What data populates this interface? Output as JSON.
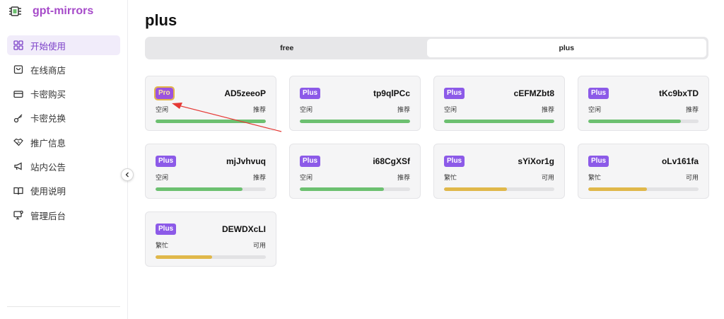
{
  "app": {
    "name": "gpt-mirrors"
  },
  "sidebar": {
    "items": [
      {
        "label": "开始使用",
        "icon": "grid-icon",
        "active": true
      },
      {
        "label": "在线商店",
        "icon": "shopping-bag-icon",
        "active": false
      },
      {
        "label": "卡密购买",
        "icon": "credit-card-icon",
        "active": false
      },
      {
        "label": "卡密兑换",
        "icon": "key-icon",
        "active": false
      },
      {
        "label": "推广信息",
        "icon": "handshake-icon",
        "active": false
      },
      {
        "label": "站内公告",
        "icon": "megaphone-icon",
        "active": false
      },
      {
        "label": "使用说明",
        "icon": "book-icon",
        "active": false
      },
      {
        "label": "管理后台",
        "icon": "admin-monitor-icon",
        "active": false
      }
    ]
  },
  "main": {
    "title": "plus",
    "tabs": [
      {
        "label": "free",
        "selected": false
      },
      {
        "label": "plus",
        "selected": true
      }
    ],
    "cards": [
      {
        "badge": "Pro",
        "id": "AD5zeeoP",
        "status": "空闲",
        "tag": "推荐",
        "usage": 1.0,
        "color": "#6cc070"
      },
      {
        "badge": "Plus",
        "id": "tp9qlPCc",
        "status": "空闲",
        "tag": "推荐",
        "usage": 1.0,
        "color": "#6cc070"
      },
      {
        "badge": "Plus",
        "id": "cEFMZbt8",
        "status": "空闲",
        "tag": "推荐",
        "usage": 1.0,
        "color": "#6cc070"
      },
      {
        "badge": "Plus",
        "id": "tKc9bxTD",
        "status": "空闲",
        "tag": "推荐",
        "usage": 0.84,
        "color": "#6cc070"
      },
      {
        "badge": "Plus",
        "id": "mjJvhvuq",
        "status": "空闲",
        "tag": "推荐",
        "usage": 0.79,
        "color": "#6cc070"
      },
      {
        "badge": "Plus",
        "id": "i68CgXSf",
        "status": "空闲",
        "tag": "推荐",
        "usage": 0.76,
        "color": "#6cc070"
      },
      {
        "badge": "Plus",
        "id": "sYiXor1g",
        "status": "繁忙",
        "tag": "可用",
        "usage": 0.57,
        "color": "#e0b84a"
      },
      {
        "badge": "Plus",
        "id": "oLv161fa",
        "status": "繁忙",
        "tag": "可用",
        "usage": 0.53,
        "color": "#e0b84a"
      },
      {
        "badge": "Plus",
        "id": "DEWDXcLI",
        "status": "繁忙",
        "tag": "可用",
        "usage": 0.51,
        "color": "#e0b84a"
      }
    ]
  },
  "colors": {
    "accent": "#a64ac9",
    "active_bg": "#f1ecfa",
    "free_bar": "#6cc070",
    "busy_bar": "#e0b84a",
    "annotation_arrow": "#e53935"
  }
}
